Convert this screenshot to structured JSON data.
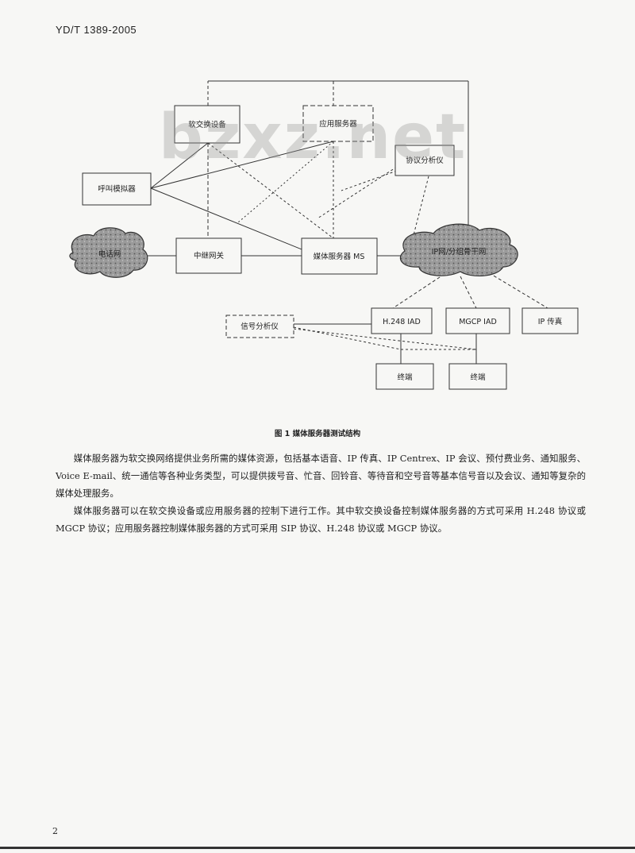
{
  "header": {
    "doc_code": "YD/T 1389-2005"
  },
  "watermark": "bzxz.net",
  "diagram": {
    "nodes": {
      "softswitch": "软交换设备",
      "app_server": "应用服务器",
      "protocol_analyzer": "协议分析仪",
      "call_generator": "呼叫模拟器",
      "pstn": "电话网",
      "trunk_gateway": "中继网关",
      "media_server": "媒体服务器 MS",
      "ip_network": "IP网/分组骨干网",
      "signal_analyzer": "信号分析仪",
      "h248_iad": "H.248 IAD",
      "mgcp_iad": "MGCP IAD",
      "ip_fax": "IP 传真",
      "terminal_1": "终端",
      "terminal_2": "终端"
    }
  },
  "figure": {
    "caption": "图 1   媒体服务器测试结构"
  },
  "body": {
    "paragraph_1": "媒体服务器为软交换网络提供业务所需的媒体资源，包括基本语音、IP 传真、IP Centrex、IP 会议、预付费业务、通知服务、Voice E-mail、统一通信等各种业务类型，可以提供拨号音、忙音、回铃音、等待音和空号音等基本信号音以及会议、通知等复杂的媒体处理服务。",
    "paragraph_2": "媒体服务器可以在软交换设备或应用服务器的控制下进行工作。其中软交换设备控制媒体服务器的方式可采用 H.248 协议或 MGCP 协议；应用服务器控制媒体服务器的方式可采用 SIP 协议、H.248 协议或 MGCP 协议。"
  },
  "footer": {
    "page_number": "2"
  },
  "colors": {
    "ink": "#222222",
    "cloud_fill": "#8c8c8c",
    "background": "#f7f7f5"
  }
}
